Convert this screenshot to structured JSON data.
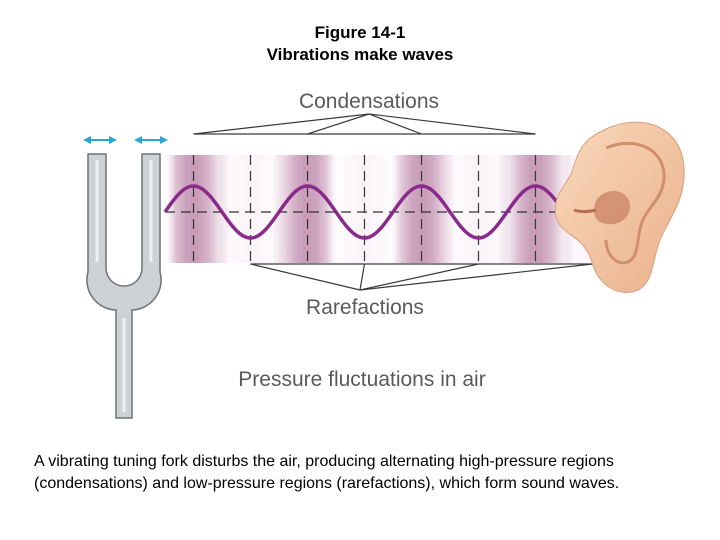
{
  "figure": {
    "number": "Figure 14-1",
    "title": "Vibrations make waves"
  },
  "diagram": {
    "labels": {
      "condensations": "Condensations",
      "rarefactions": "Rarefactions",
      "pressure": "Pressure fluctuations in air"
    },
    "colors": {
      "wave": "#8a2a8c",
      "band_light": "#fbf4f9",
      "band_dark": "#c89ab8",
      "fork_fill": "#cfd2d4",
      "fork_stroke": "#6e7275",
      "arrow": "#2aa6d6",
      "ear": "#f3c7a3",
      "ear_shadow": "#dba07d",
      "leader": "#3a3a3a"
    }
  },
  "caption": "A vibrating tuning fork disturbs the air, producing alternating high-pressure regions (condensations) and low-pressure regions (rarefactions), which form sound waves."
}
